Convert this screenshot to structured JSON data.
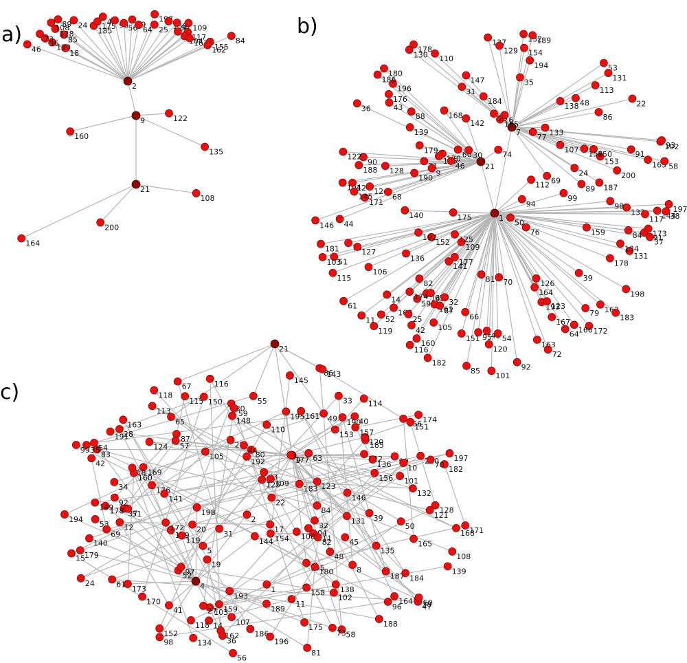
{
  "figure": {
    "panels": [
      {
        "id": "a",
        "label": "a)",
        "nodes": [
          "2",
          "9",
          "21",
          "18",
          "46",
          "130",
          "36",
          "73",
          "85",
          "128",
          "108",
          "89",
          "24",
          "185",
          "175",
          "4",
          "96",
          "56",
          "39",
          "64",
          "197",
          "25",
          "158",
          "91",
          "109",
          "67",
          "117",
          "104",
          "163",
          "84",
          "155",
          "162",
          "108",
          "135",
          "160",
          "122",
          "200",
          "164"
        ],
        "hubs": [
          "2",
          "9",
          "21"
        ]
      },
      {
        "id": "b",
        "label": "b)",
        "nodes": [
          "144",
          "197",
          "194",
          "193",
          "191",
          "196",
          "139",
          "149",
          "61",
          "124",
          "64",
          "131",
          "161",
          "160",
          "159",
          "153",
          "154",
          "162",
          "152",
          "163",
          "74",
          "165",
          "52",
          "187",
          "192",
          "190",
          "188",
          "173",
          "137",
          "59",
          "138",
          "95",
          "150",
          "134",
          "136",
          "133",
          "130",
          "140",
          "147",
          "51",
          "50",
          "60",
          "53",
          "116",
          "92",
          "98",
          "101",
          "76",
          "73",
          "71",
          "81",
          "79",
          "68",
          "77",
          "72",
          "40",
          "7",
          "102",
          "66",
          "172",
          "179",
          "69",
          "151",
          "14",
          "105",
          "87",
          "170",
          "178",
          "91",
          "176",
          "171",
          "168",
          "167",
          "166",
          "104",
          "84",
          "88",
          "89",
          "86",
          "93",
          "110",
          "158",
          "24",
          "12",
          "37",
          "38",
          "42",
          "43",
          "44",
          "119",
          "141",
          "183",
          "123",
          "128",
          "181",
          "164",
          "200",
          "174",
          "109",
          "90",
          "169",
          "113",
          "180",
          "195",
          "127",
          "142",
          "122",
          "125",
          "182",
          "115",
          "126",
          "120",
          "46",
          "185",
          "103",
          "58",
          "146",
          "129",
          "198",
          "132",
          "131",
          "189",
          "186",
          "175",
          "184",
          "177",
          "133",
          "1",
          "25",
          "35",
          "36",
          "39",
          "65",
          "117",
          "94",
          "21",
          "11",
          "29",
          "30",
          "31",
          "106",
          "82",
          "85",
          "99",
          "112",
          "145",
          "48",
          "54",
          "107",
          "6",
          "9",
          "32",
          "22",
          "70",
          "178"
        ],
        "hubs": [
          "7",
          "1",
          "21"
        ]
      },
      {
        "id": "c",
        "label": "c)",
        "nodes": [
          "168",
          "148",
          "123",
          "86",
          "58",
          "104",
          "57",
          "37",
          "25",
          "21",
          "153",
          "114",
          "84",
          "83",
          "80",
          "55",
          "35",
          "38",
          "40",
          "15",
          "56",
          "54",
          "49",
          "34",
          "67",
          "31",
          "43",
          "50",
          "11",
          "14",
          "198",
          "197",
          "199",
          "188",
          "193",
          "185",
          "179",
          "172",
          "169",
          "155",
          "171",
          "182",
          "195",
          "194",
          "189",
          "178",
          "5",
          "20",
          "183",
          "200",
          "32",
          "9",
          "24",
          "2",
          "48",
          "63",
          "176",
          "190",
          "187",
          "146",
          "143",
          "166",
          "165",
          "144",
          "138",
          "118",
          "111",
          "154",
          "145",
          "140",
          "109",
          "108",
          "47",
          "61",
          "70",
          "107",
          "163",
          "186",
          "192",
          "177",
          "191",
          "184",
          "161",
          "164",
          "162",
          "116",
          "106",
          "101",
          "103",
          "139",
          "73",
          "44",
          "152",
          "120",
          "151",
          "128",
          "82",
          "81",
          "53",
          "52",
          "33",
          "8",
          "122",
          "141",
          "105",
          "110",
          "97",
          "102",
          "135",
          "159",
          "158",
          "173",
          "160",
          "134",
          "98",
          "96",
          "99",
          "132",
          "125",
          "149",
          "65",
          "60",
          "45",
          "90",
          "69",
          "42",
          "92",
          "87",
          "115",
          "124",
          "121",
          "118",
          "136",
          "157",
          "174",
          "131",
          "113",
          "39",
          "28",
          "150",
          "170",
          "18",
          "180",
          "196",
          "41",
          "12",
          "17",
          "119",
          "30",
          "51",
          "19",
          "36",
          "156",
          "175",
          "59",
          "27",
          "22",
          "10",
          "1",
          "4"
        ],
        "hubs": [
          "21",
          "9",
          "4"
        ]
      }
    ]
  }
}
